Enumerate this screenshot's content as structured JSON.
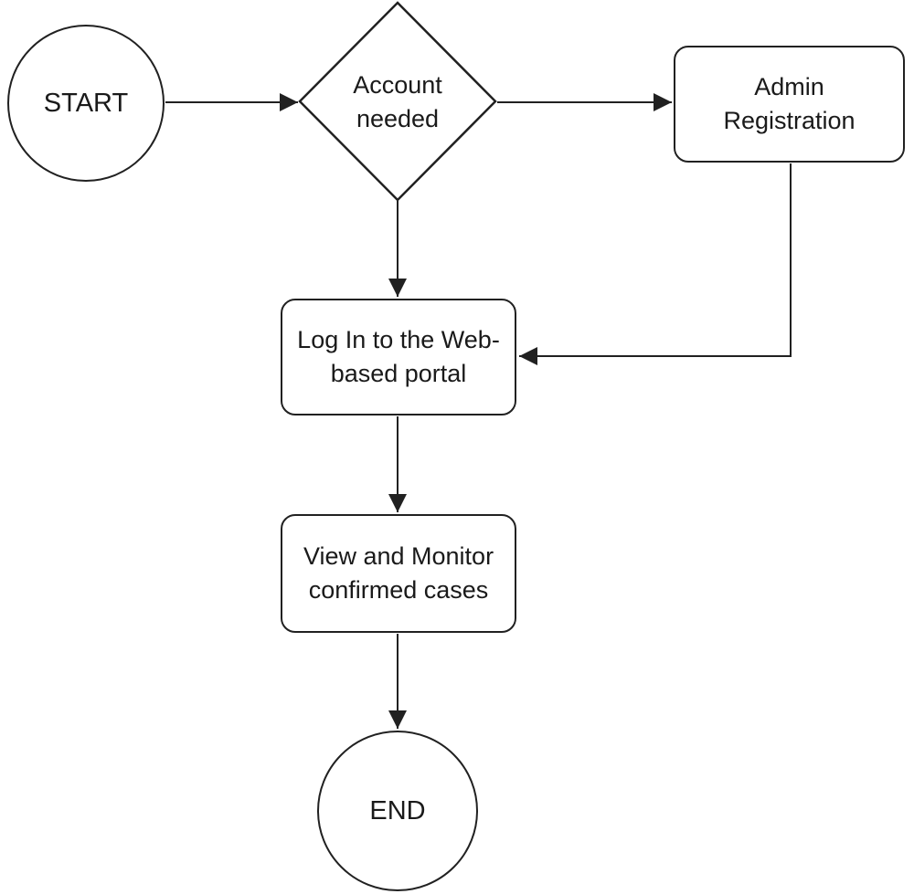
{
  "diagram": {
    "type": "flowchart",
    "colors": {
      "background": "#ffffff",
      "stroke": "#212121",
      "text": "#1a1a1a",
      "node_fill": "#ffffff"
    },
    "nodes": {
      "start": {
        "id": "start",
        "shape": "circle",
        "label": "START"
      },
      "decision": {
        "id": "decision",
        "shape": "diamond",
        "lines": [
          "Account",
          "needed"
        ]
      },
      "admin": {
        "id": "admin",
        "shape": "rounded-rect",
        "lines": [
          "Admin",
          "Registration"
        ]
      },
      "login": {
        "id": "login",
        "shape": "rounded-rect",
        "lines": [
          "Log In to the Web-",
          "based portal"
        ]
      },
      "view": {
        "id": "view",
        "shape": "rounded-rect",
        "lines": [
          "View and Monitor",
          "confirmed cases"
        ]
      },
      "end": {
        "id": "end",
        "shape": "circle",
        "label": "END"
      }
    },
    "edges": [
      {
        "from": "start",
        "to": "decision",
        "style": "arrow"
      },
      {
        "from": "decision",
        "to": "admin",
        "style": "arrow"
      },
      {
        "from": "decision",
        "to": "login",
        "style": "arrow"
      },
      {
        "from": "admin",
        "to": "login",
        "style": "elbow-arrow"
      },
      {
        "from": "login",
        "to": "view",
        "style": "arrow"
      },
      {
        "from": "view",
        "to": "end",
        "style": "arrow"
      }
    ]
  }
}
